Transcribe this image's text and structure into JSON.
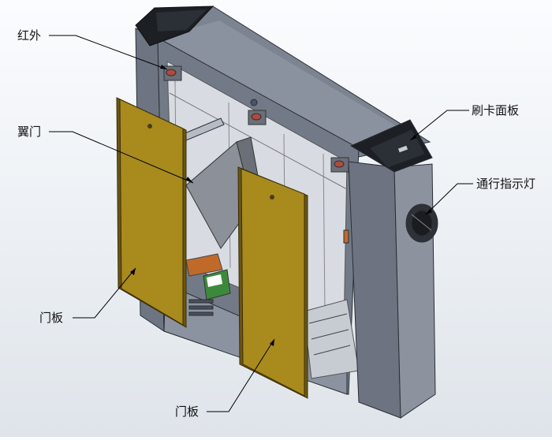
{
  "labels": {
    "infrared": "红外",
    "wing_gate": "翼门",
    "door_panel_left": "门板",
    "door_panel_bottom": "门板",
    "card_reader_panel": "刷卡面板",
    "traffic_indicator": "通行指示灯"
  },
  "colors": {
    "frame": "#7b8290",
    "frame_light": "#9aa1ad",
    "frame_dark": "#3e4552",
    "door_panel": "#a88a1d",
    "door_edge": "#6b5613",
    "cap_black": "#1c1f24"
  }
}
